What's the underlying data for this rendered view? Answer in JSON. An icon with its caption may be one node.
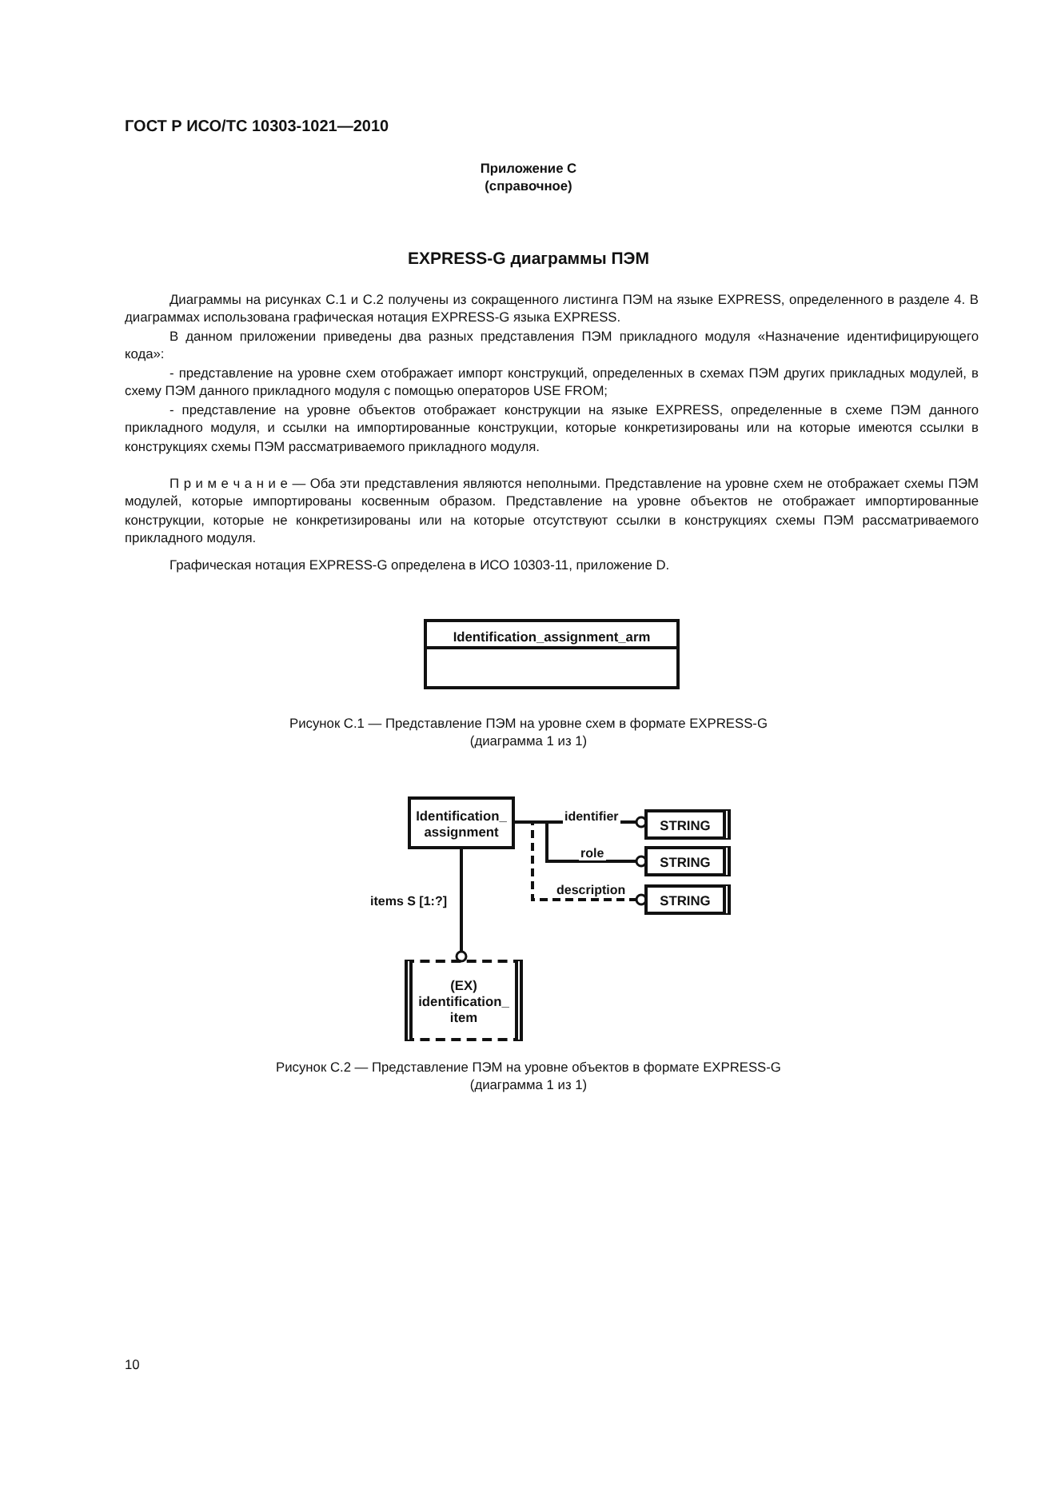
{
  "diagram": {
    "title": "EXPRESS-G диаграммы ПЭМ",
    "nodes": [
      {
        "text": [
          "Identification_assignment_arm"
        ]
      },
      {
        "text": [
          "Identification_ assignment"
        ]
      },
      {
        "text": [
          "STRING"
        ]
      },
      {
        "text": [
          "STRING"
        ]
      },
      {
        "text": [
          "STRING"
        ]
      },
      {
        "text": [
          "(EX) identification_ item"
        ]
      }
    ],
    "edges": [
      {
        "from": 1,
        "to": 2,
        "arrow": "other",
        "label": "identifier"
      },
      {
        "from": 1,
        "to": 3,
        "arrow": "other",
        "label": "role"
      },
      {
        "from": 1,
        "to": 4,
        "arrow": "other",
        "label": "description",
        "style": "dashed"
      },
      {
        "from": 1,
        "to": 5,
        "arrow": "other",
        "label": "items S [1:?]"
      }
    ],
    "labels": [
      "ГОСТ Р ИСО/ТС 10303-1021—2010",
      "Приложение C",
      "(справочное)",
      "Диаграммы на рисунках C.1 и C.2 получены из сокращенного листинга ПЭМ на языке EXPRESS, определенного в разделе 4. В диаграммах использована графическая нотация EXPRESS-G языка EXPRESS.",
      "В данном приложении приведены два разных представления ПЭМ прикладного модуля «Назначение идентифицирующего кода»:",
      "- представление на уровне схем отображает импорт конструкций, определенных в схемах ПЭМ других прикладных модулей, в схему ПЭМ данного прикладного модуля с помощью операторов USE FROM;",
      "- представление на уровне объектов отображает конструкции на языке EXPRESS, определенные в схеме ПЭМ данного прикладного модуля, и ссылки на импортированные конструкции, которые конкретизированы или на которые имеются ссылки в конструкциях схемы ПЭМ рассматриваемого прикладного модуля.",
      "П р и м е ч а н и е — Оба эти представления являются неполными. Представление на уровне схем не отображает схемы ПЭМ модулей, которые импортированы косвенным образом. Представление на уровне объектов не отображает импортированные конструкции, которые не конкретизированы или на которые отсутствуют ссылки в конструкциях схемы ПЭМ рассматриваемого прикладного модуля.",
      "Графическая нотация EXPRESS-G определена в ИСО 10303-11, приложение D.",
      "Рисунок C.1 — Представление ПЭМ на уровне схем в формате EXPRESS-G",
      "(диаграмма 1 из 1)",
      "Рисунок C.2 — Представление ПЭМ на уровне объектов в формате EXPRESS-G",
      "(диаграмма 1 из 1)",
      "10"
    ]
  }
}
